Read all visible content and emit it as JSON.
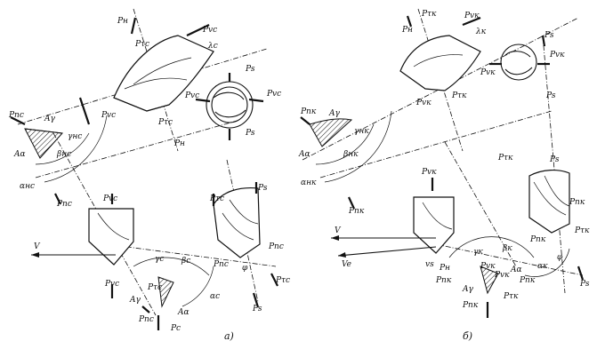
{
  "captions": {
    "a": "а)",
    "b": "б)"
  },
  "labels_a": {
    "pn_top": "Pн",
    "psc_top": "Pτc",
    "pvc_tr": "Pvc",
    "lambda_c": "λc",
    "ps_right": "Ps",
    "pvc_mid_l": "Pvc",
    "pvc_mid_r": "Pvc",
    "ps_lower": "Ps",
    "pvc_left": "Pvc",
    "psc_left": "Pτc",
    "pn_low": "Pн",
    "pnc_sec": "Pnc",
    "at_sec": "Aγ",
    "gamma_nc": "γнc",
    "beta_nc": "βнc",
    "aa_sec": "Aα",
    "alpha_nc": "αнc",
    "pnc_low": "Pnc",
    "pvc_drill1": "Pvc",
    "v": "V",
    "psc_drill2": "Pτc",
    "ps_drill2": "Ps",
    "pnc_drill2": "Pnc",
    "gamma_c": "γc",
    "beta_c": "βc",
    "pnc_mid": "Pnc",
    "phi": "φ",
    "psc_br": "Pτc",
    "ps_br": "Ps",
    "pvc_bot": "Pvc",
    "at_bot": "Aγ",
    "psc_bot": "Pτc",
    "aa_bot": "Aα",
    "alpha_c": "αc",
    "pnc_bot": "Pnc",
    "pc_bot": "Pc"
  },
  "labels_b": {
    "pn_top": "Pн",
    "psk_top": "Pτк",
    "pvk_top": "Pvк",
    "lambda_k": "λк",
    "ps_top": "Ps",
    "pvk_l": "Pvк",
    "pvk_r": "Pvк",
    "ps_r": "Ps",
    "pvk_left": "Pvк",
    "psk_mid": "Pτк",
    "pnk_left": "Pnк",
    "at_sec": "Aγ",
    "gamma_nk": "γнк",
    "beta_nk": "βнк",
    "aa_sec": "Aα",
    "alpha_nk": "αнк",
    "pnk_low": "Pnк",
    "psk_c": "Pτк",
    "ps_c": "Ps",
    "pvk_drill": "Pvк",
    "v": "V",
    "ve": "Ve",
    "vs": "vs",
    "pnk_r": "Pnк",
    "psk_r": "Pτк",
    "pnk_drill": "Pnк",
    "gamma_k": "γк",
    "beta_k": "βк",
    "pnk_mid": "Pnк",
    "pvk_bot": "Pvк",
    "pvk_b": "Pvк",
    "at_bot": "Aγ",
    "psk_bot": "Pτк",
    "aa_bot": "Aα",
    "pnk_bot": "Pnк",
    "pnk_b2": "Pnк",
    "alpha_k": "αк",
    "phi": "φ",
    "ps_bot": "Ps",
    "pn_bot": "Pн"
  }
}
